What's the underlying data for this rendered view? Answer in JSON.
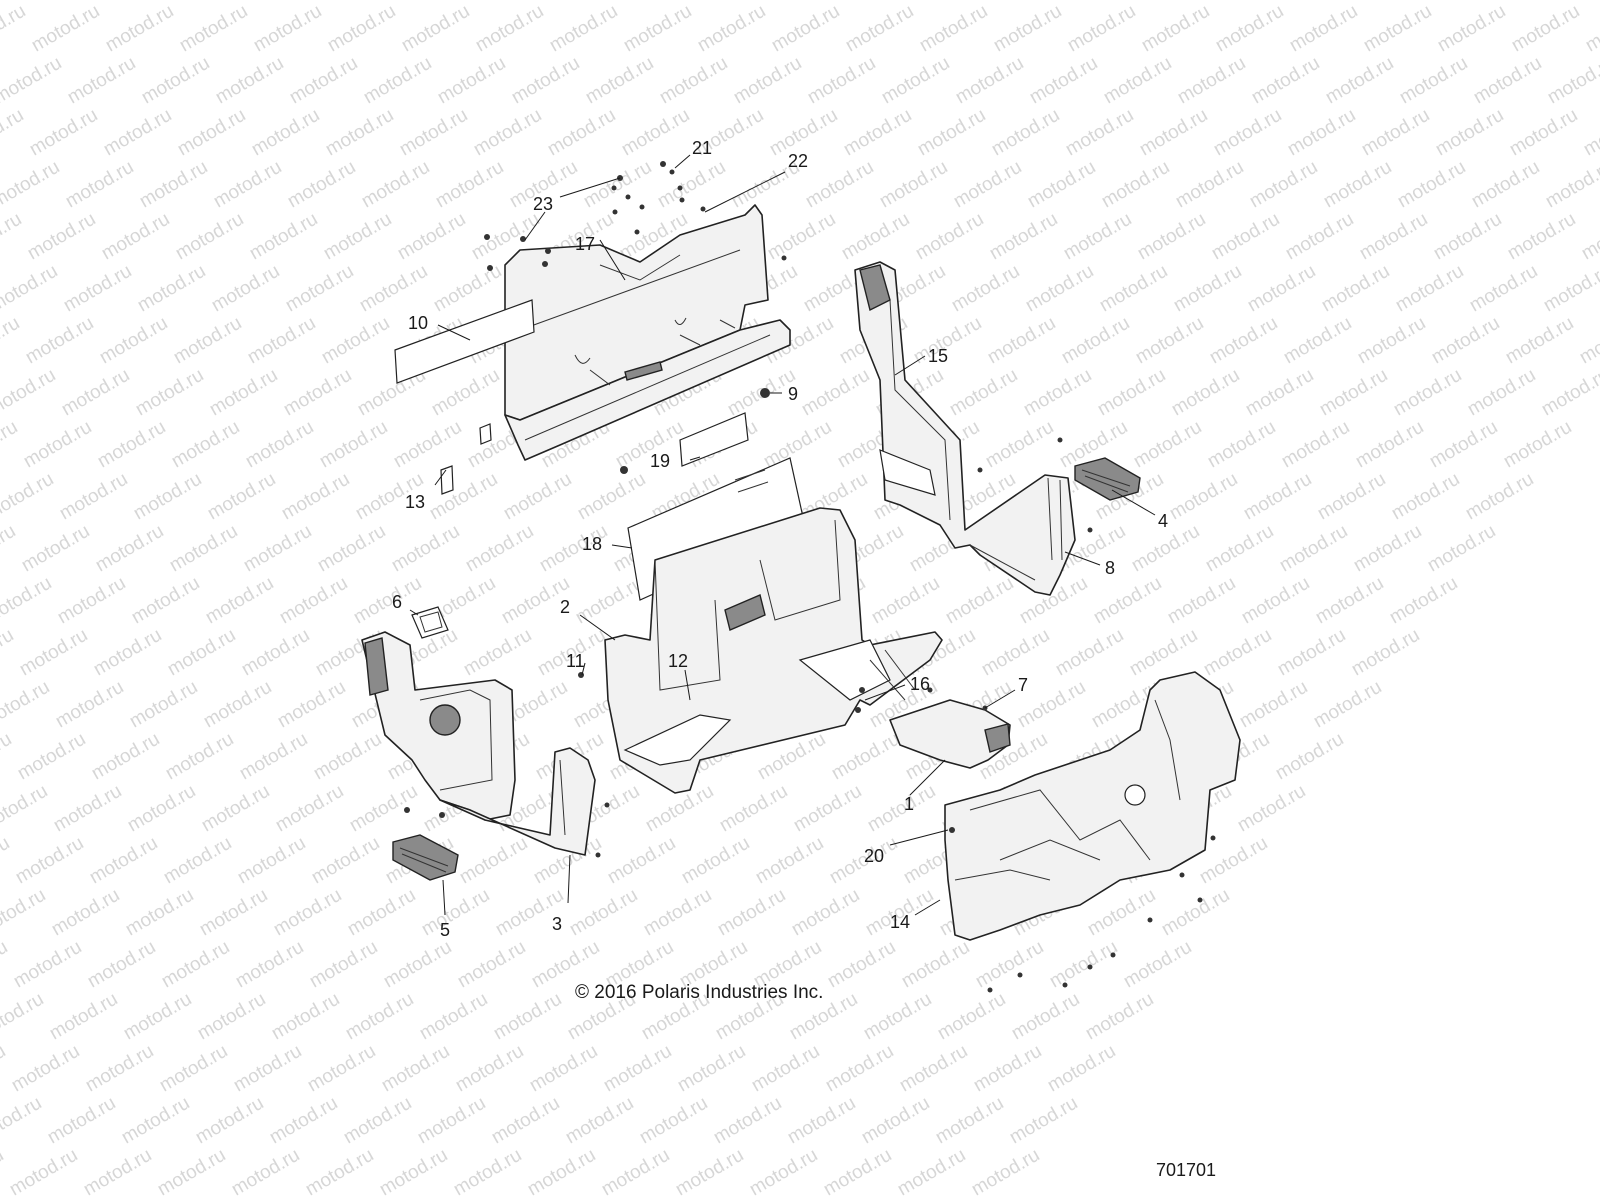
{
  "watermark": "motod.ru",
  "copyright": "© 2016 Polaris Industries Inc.",
  "diagram_id": "701701",
  "callouts": [
    "1",
    "2",
    "3",
    "4",
    "5",
    "6",
    "7",
    "8",
    "9",
    "10",
    "11",
    "12",
    "13",
    "14",
    "15",
    "16",
    "17",
    "18",
    "19",
    "20",
    "21",
    "22",
    "23"
  ],
  "colors": {
    "line": "#222222",
    "shade": "#8a8a8a",
    "watermark": "#b5b5b5"
  }
}
